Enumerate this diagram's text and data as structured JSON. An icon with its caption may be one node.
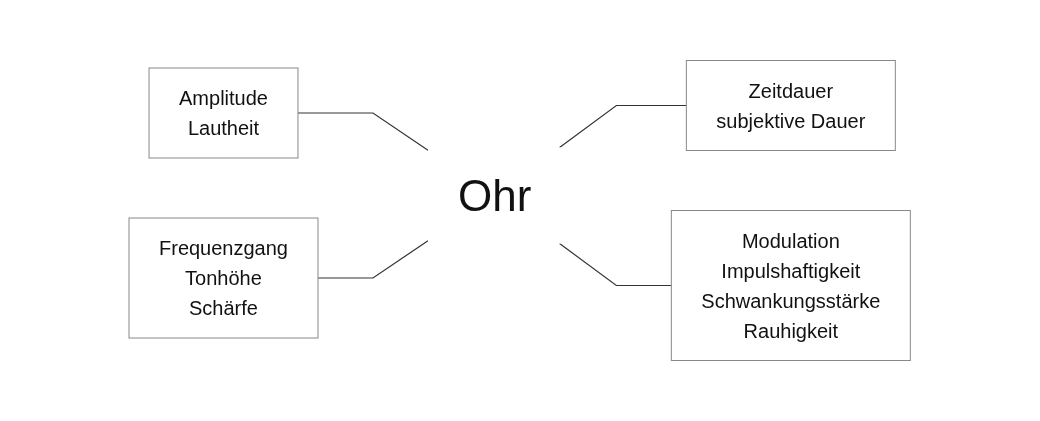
{
  "diagram": {
    "nodes": [
      {
        "text": [
          "Amplitude",
          "Lautheit"
        ]
      },
      {
        "text": [
          "Zeitdauer",
          "subjektive Dauer"
        ]
      },
      {
        "text": [
          "Ohr"
        ]
      },
      {
        "text": [
          "Frequenzgang",
          "Tonhöhe",
          "Schärfe"
        ]
      },
      {
        "text": [
          "Modulation",
          "Impulshaftigkeit",
          "Schwankungsstärke",
          "Rauhigkeit"
        ]
      }
    ],
    "edges": [
      {
        "from": 0,
        "to": 2,
        "arrow": "none"
      },
      {
        "from": 2,
        "to": 1,
        "arrow": "none"
      },
      {
        "from": 3,
        "to": 2,
        "arrow": "none"
      },
      {
        "from": 2,
        "to": 4,
        "arrow": "none"
      }
    ]
  }
}
